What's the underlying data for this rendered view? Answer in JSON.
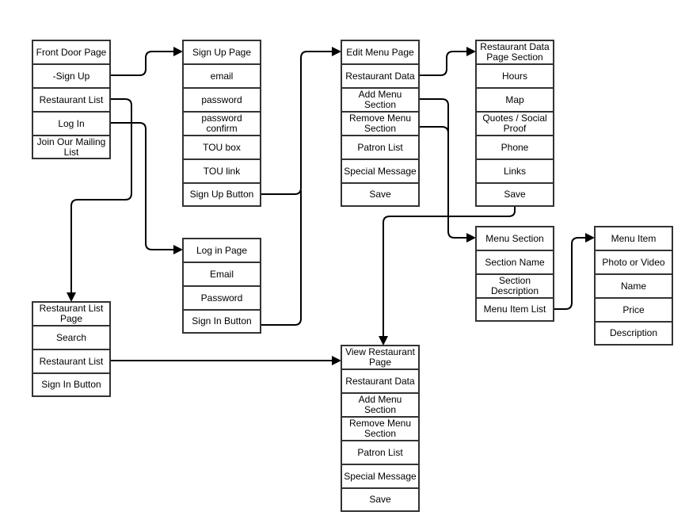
{
  "diagram": {
    "nodes": [
      {
        "id": "front-door",
        "cells": [
          "Front Door Page",
          "-Sign Up",
          "Restaurant List",
          "Log In",
          "Join Our Mailing List"
        ]
      },
      {
        "id": "sign-up",
        "cells": [
          "Sign Up Page",
          "email",
          "password",
          "password confirm",
          "TOU box",
          "TOU link",
          "Sign Up Button"
        ]
      },
      {
        "id": "edit-menu",
        "cells": [
          "Edit Menu Page",
          "Restaurant Data",
          "Add Menu Section",
          "Remove Menu Section",
          "Patron List",
          "Special Message",
          "Save"
        ]
      },
      {
        "id": "restaurant-data",
        "cells": [
          "Restaurant Data Page Section",
          "Hours",
          "Map",
          "Quotes / Social Proof",
          "Phone",
          "Links",
          "Save"
        ]
      },
      {
        "id": "log-in",
        "cells": [
          "Log in Page",
          "Email",
          "Password",
          "Sign In Button"
        ]
      },
      {
        "id": "menu-section",
        "cells": [
          "Menu Section",
          "Section Name",
          "Section Description",
          "Menu Item List"
        ]
      },
      {
        "id": "menu-item",
        "cells": [
          "Menu Item",
          "Photo or Video",
          "Name",
          "Price",
          "Description"
        ]
      },
      {
        "id": "restaurant-list",
        "cells": [
          "Restaurant List Page",
          "Search",
          "Restaurant List",
          "Sign In Button"
        ]
      },
      {
        "id": "view-restaurant",
        "cells": [
          "View Restaurant Page",
          "Restaurant Data",
          "Add Menu Section",
          "Remove Menu Section",
          "Patron List",
          "Special Message",
          "Save"
        ]
      }
    ],
    "edges": [
      {
        "from": "front-door.-Sign Up",
        "to": "sign-up"
      },
      {
        "from": "front-door.Restaurant List",
        "to": "restaurant-list"
      },
      {
        "from": "front-door.Log In",
        "to": "log-in"
      },
      {
        "from": "sign-up.Sign Up Button",
        "to": "edit-menu"
      },
      {
        "from": "log-in.Sign In Button",
        "to": "edit-menu"
      },
      {
        "from": "edit-menu.Restaurant Data",
        "to": "restaurant-data"
      },
      {
        "from": "edit-menu.Add Menu Section",
        "to": "menu-section"
      },
      {
        "from": "edit-menu.Remove Menu Section",
        "to": "menu-section"
      },
      {
        "from": "restaurant-data.Save",
        "to": "view-restaurant"
      },
      {
        "from": "menu-section.Menu Item List",
        "to": "menu-item"
      },
      {
        "from": "restaurant-list.Restaurant List",
        "to": "view-restaurant"
      }
    ]
  }
}
